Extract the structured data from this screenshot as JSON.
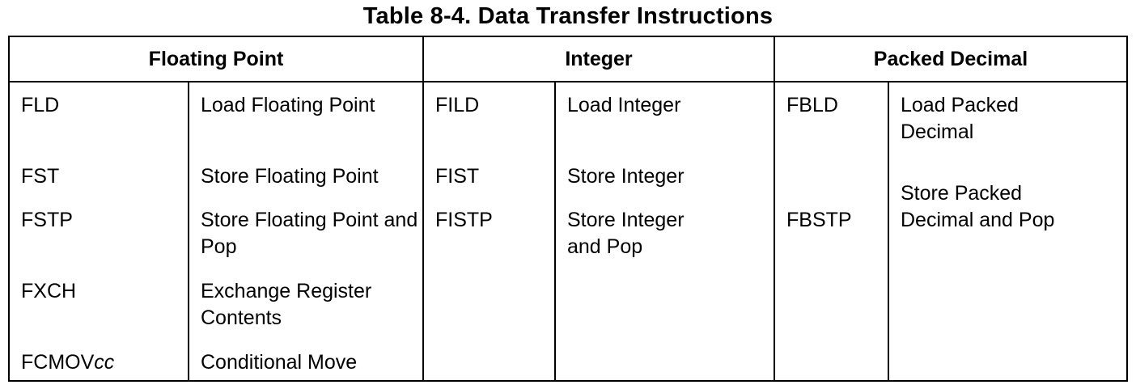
{
  "title": "Table 8-4.  Data Transfer Instructions",
  "headers": [
    "Floating Point",
    "Integer",
    "Packed Decimal"
  ],
  "floating_point": [
    {
      "mnemonic": "FLD",
      "desc": "Load Floating Point"
    },
    {
      "mnemonic": "FST",
      "desc": "Store Floating Point"
    },
    {
      "mnemonic": "FSTP",
      "desc": "Store Floating Point and Pop"
    },
    {
      "mnemonic": "FXCH",
      "desc": "Exchange Register Contents"
    },
    {
      "mnemonic": "FCMOV",
      "mnemonic_suffix": "cc",
      "desc": "Conditional Move"
    }
  ],
  "integer": [
    {
      "mnemonic": "FILD",
      "desc": "Load Integer"
    },
    {
      "mnemonic": "FIST",
      "desc": "Store Integer"
    },
    {
      "mnemonic": "FISTP",
      "desc": "Store Integer and Pop"
    }
  ],
  "packed_decimal": [
    {
      "mnemonic": "FBLD",
      "desc": "Load Packed Decimal"
    },
    {
      "mnemonic": "FBSTP",
      "desc": "Store Packed Decimal and Pop"
    }
  ]
}
